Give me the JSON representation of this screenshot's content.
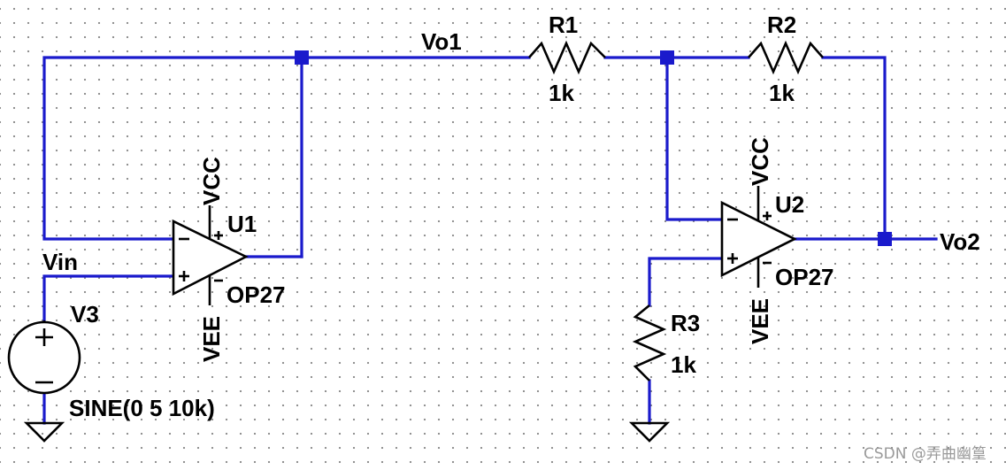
{
  "components": {
    "u1": {
      "name": "U1",
      "model": "OP27",
      "supply_pos": "VCC",
      "supply_neg": "VEE"
    },
    "u2": {
      "name": "U2",
      "model": "OP27",
      "supply_pos": "VCC",
      "supply_neg": "VEE"
    },
    "r1": {
      "name": "R1",
      "value": "1k"
    },
    "r2": {
      "name": "R2",
      "value": "1k"
    },
    "r3": {
      "name": "R3",
      "value": "1k"
    },
    "v3": {
      "name": "V3",
      "value": "SINE(0 5 10k)"
    }
  },
  "nets": {
    "vin": "Vin",
    "vo1": "Vo1",
    "vo2": "Vo2"
  },
  "pins": {
    "plus": "+",
    "minus": "−"
  },
  "watermark": "CSDN @弄曲幽篁",
  "colors": {
    "wire": "#1a1acc",
    "component": "#000000"
  }
}
